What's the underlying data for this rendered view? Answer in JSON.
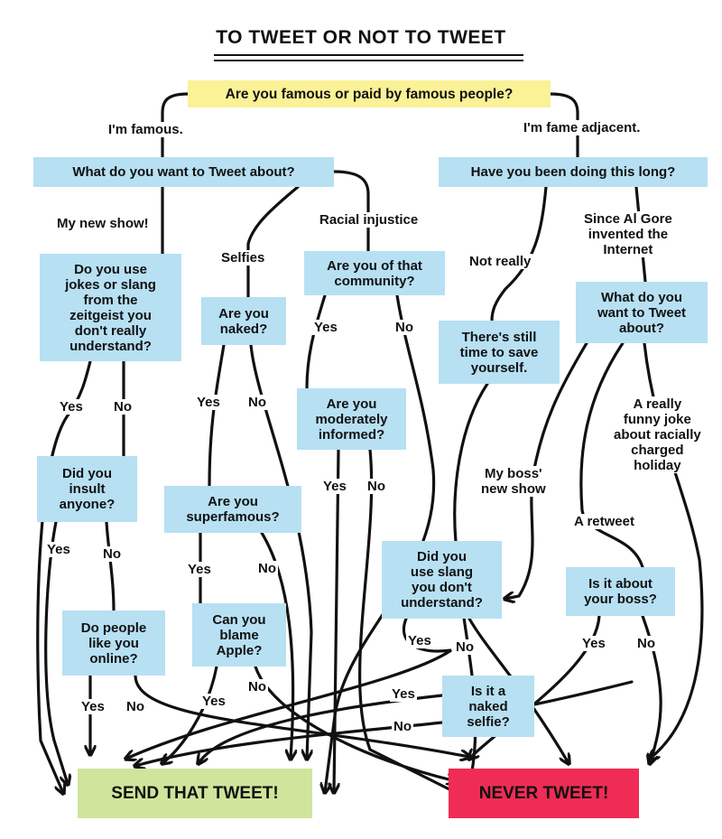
{
  "title": "TO TWEET OR NOT TO TWEET",
  "nodes": {
    "root": "Are you famous or paid by famous people?",
    "what_famous": "What do you want to Tweet about?",
    "doing_long": "Have you been doing this long?",
    "jokes_slang": "Do you use\njokes or slang\nfrom the\nzeitgeist you\ndon't really\nunderstand?",
    "naked": "Are you\nnaked?",
    "community": "Are you of that\ncommunity?",
    "save": "There's still\ntime to save\nyourself.",
    "what_adjacent": "What do you\nwant to Tweet\nabout?",
    "insult": "Did you\ninsult\nanyone?",
    "superfamous": "Are you\nsuperfamous?",
    "informed": "Are you\nmoderately\ninformed?",
    "slang": "Did you\nuse slang\nyou don't\nunderstand?",
    "about_boss": "Is it about\nyour boss?",
    "people_like": "Do people\nlike you\nonline?",
    "blame_apple": "Can you\nblame\nApple?",
    "naked_selfie": "Is it a\nnaked\nselfie?",
    "send": "SEND THAT TWEET!",
    "never": "NEVER TWEET!"
  },
  "labels": {
    "im_famous": "I'm famous.",
    "fame_adjacent": "I'm fame adjacent.",
    "my_new_show": "My new show!",
    "selfies": "Selfies",
    "racial_injustice": "Racial injustice",
    "not_really": "Not really",
    "al_gore": "Since Al Gore\ninvented the\nInternet",
    "funny_joke": "A really\nfunny joke\nabout racially\ncharged\nholiday",
    "boss_show": "My boss'\nnew show",
    "retweet": "A retweet",
    "yes": "Yes",
    "no": "No"
  },
  "colors": {
    "question": "#b7e0f3",
    "root": "#fbf197",
    "send": "#cfe59b",
    "never": "#ef2c55",
    "line": "#111111"
  }
}
